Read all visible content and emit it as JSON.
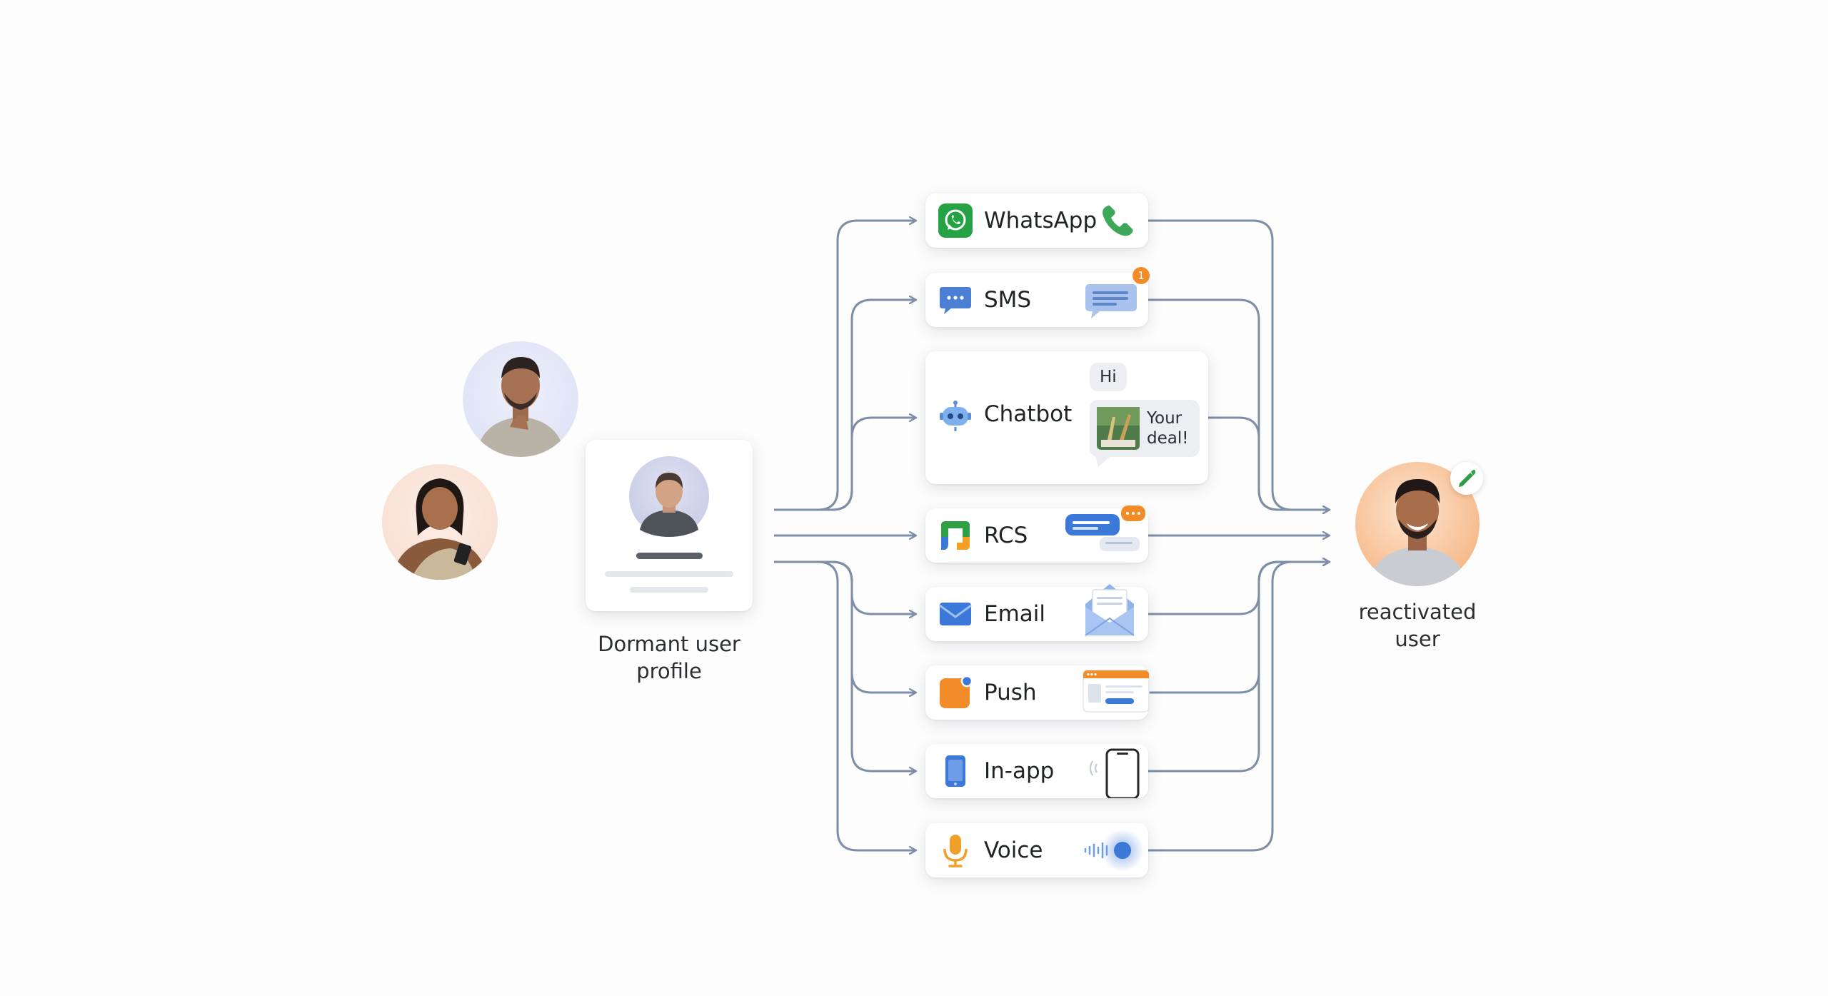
{
  "left": {
    "profile_caption_line1": "Dormant user",
    "profile_caption_line2": "profile"
  },
  "right": {
    "caption_line1": "reactivated",
    "caption_line2": "user"
  },
  "channels": [
    {
      "label": "WhatsApp",
      "icon": "whatsapp-icon"
    },
    {
      "label": "SMS",
      "icon": "sms-icon",
      "badge": "1"
    },
    {
      "label": "Chatbot",
      "icon": "robot-icon",
      "bubble_hi": "Hi",
      "bubble_deal": "Your deal!"
    },
    {
      "label": "RCS",
      "icon": "rcs-icon"
    },
    {
      "label": "Email",
      "icon": "envelope-icon"
    },
    {
      "label": "Push",
      "icon": "push-icon"
    },
    {
      "label": "In-app",
      "icon": "phone-icon"
    },
    {
      "label": "Voice",
      "icon": "microphone-icon"
    }
  ],
  "colors": {
    "connector": "#7d8ea6",
    "whatsapp": "#25a244",
    "sms": "#4a7fd4",
    "push": "#f28c28",
    "voice": "#f0a02a",
    "badge": "#f28c28",
    "reactivated_badge": "#2f9e44"
  }
}
